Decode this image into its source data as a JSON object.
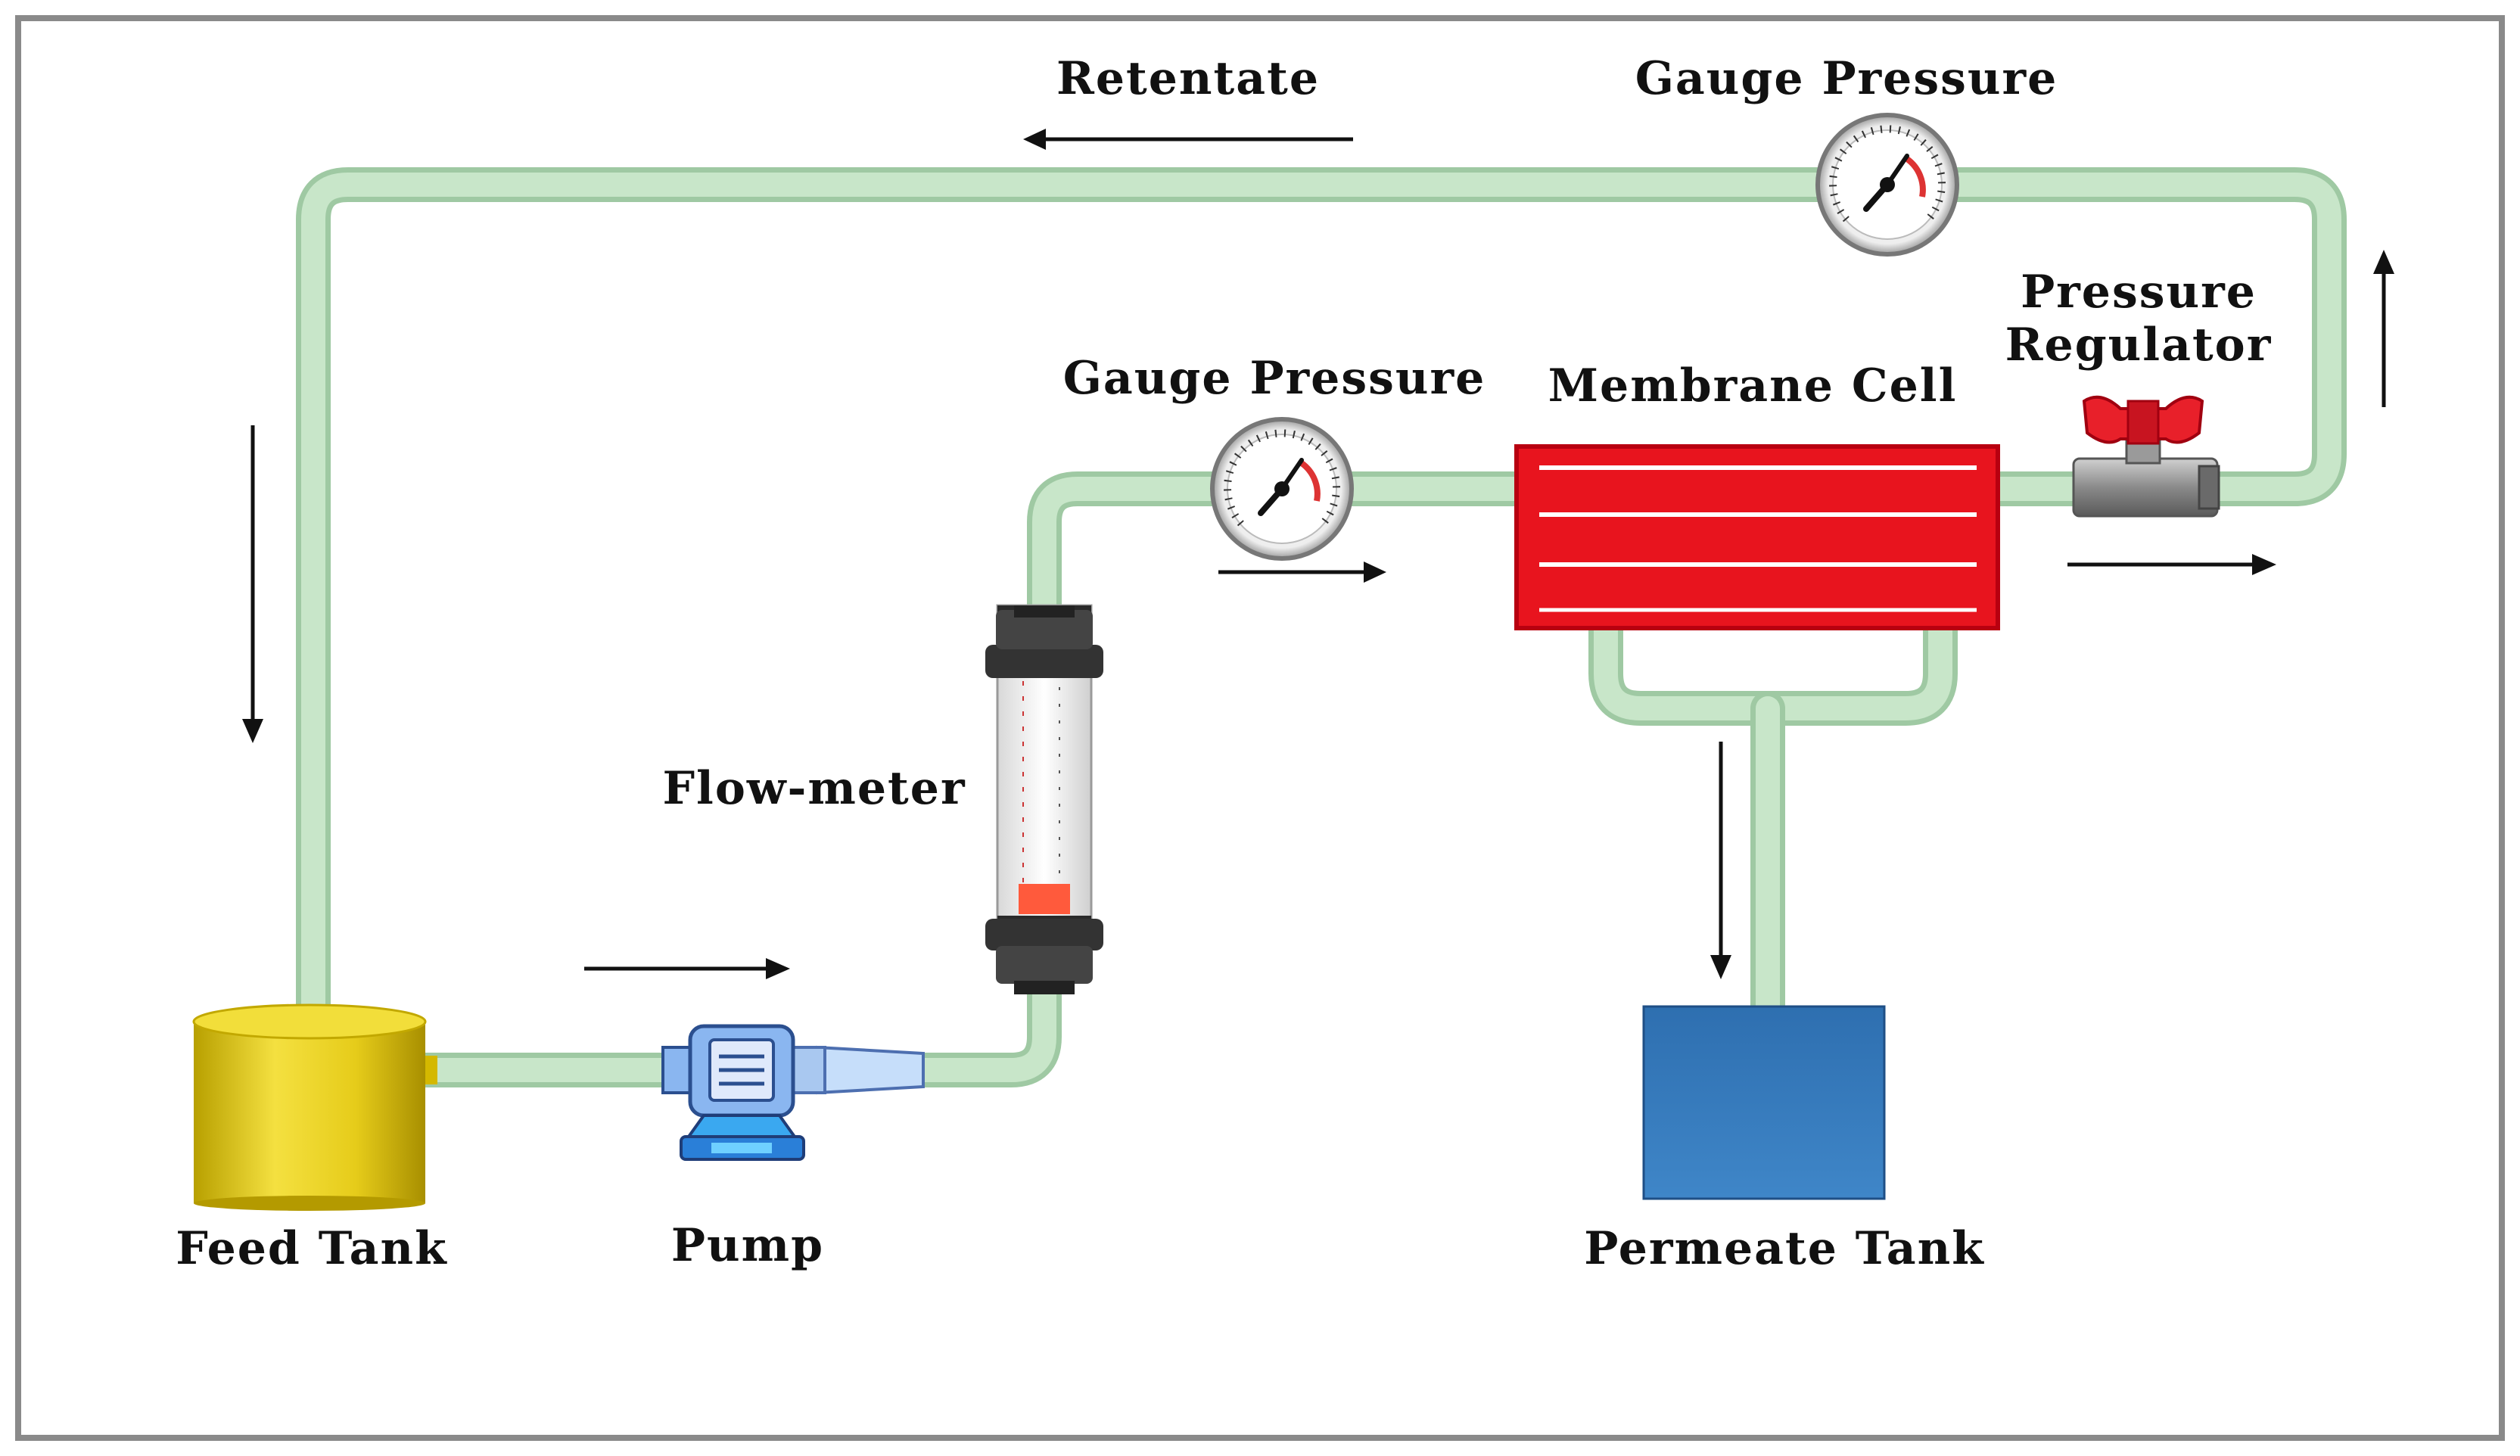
{
  "diagram": {
    "labels": {
      "retentate": "Retentate",
      "gauge_pressure_top": "Gauge Pressure",
      "gauge_pressure_mid": "Gauge Pressure",
      "membrane_cell": "Membrane Cell",
      "pressure_regulator_line1": "Pressure",
      "pressure_regulator_line2": "Regulator",
      "flow_meter": "Flow-meter",
      "feed_tank": "Feed Tank",
      "pump": "Pump",
      "permeate_tank": "Permeate Tank"
    },
    "colors": {
      "pipe": "#c8e6c9",
      "pipe_edge": "#9fc9a3",
      "membrane": "#e8141e",
      "feed_tank": "#e6cc1a",
      "permeate_tank": "#2e6fb0",
      "pump": "#8ab6f0",
      "valve_handle": "#e8202a",
      "frame": "#8a8a8a",
      "arrow": "#111111"
    }
  }
}
